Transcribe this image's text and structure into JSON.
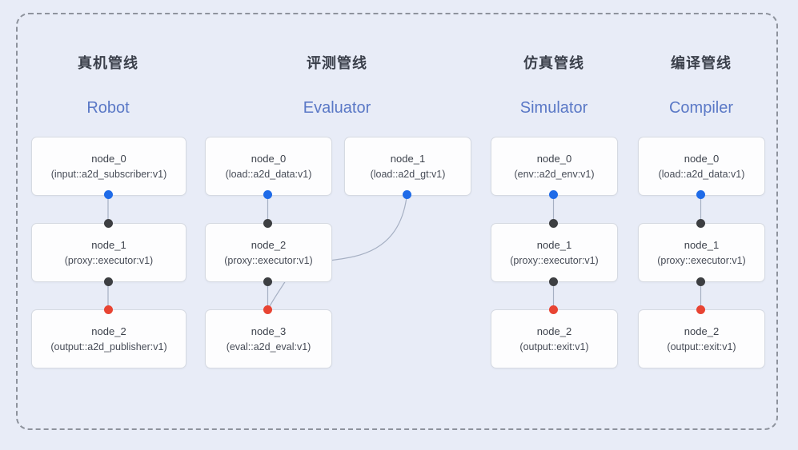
{
  "canvas": {
    "background_color": "#e8ecf7",
    "frame_border_color": "#8e939d",
    "frame_style": "dashed rounded rectangle"
  },
  "colors": {
    "source_output_port": "#1f6be8",
    "proxy_port": "#3d3f42",
    "sink_input_port": "#e84433",
    "connector_line": "#a6b0c3",
    "title_zh": "#3a3f4a",
    "title_en": "#5a78c6",
    "node_box_fill": "#fdfdfe",
    "node_box_border": "#d6dae2"
  },
  "pipelines": [
    {
      "title_zh": "真机管线",
      "title_en": "Robot",
      "nodes": [
        {
          "name": "node_0",
          "type": "(input::a2d_subscriber:v1)"
        },
        {
          "name": "node_1",
          "type": "(proxy::executor:v1)"
        },
        {
          "name": "node_2",
          "type": "(output::a2d_publisher:v1)"
        }
      ],
      "edges": [
        "node_0 → node_1",
        "node_1 → node_2"
      ]
    },
    {
      "title_zh": "评测管线",
      "title_en": "Evaluator",
      "nodes": [
        {
          "name": "node_0",
          "type": "(load::a2d_data:v1)"
        },
        {
          "name": "node_1",
          "type": "(load::a2d_gt:v1)"
        },
        {
          "name": "node_2",
          "type": "(proxy::executor:v1)"
        },
        {
          "name": "node_3",
          "type": "(eval::a2d_eval:v1)"
        }
      ],
      "edges": [
        "node_0 → node_2",
        "node_1 → node_3",
        "node_2 → node_3"
      ]
    },
    {
      "title_zh": "仿真管线",
      "title_en": "Simulator",
      "nodes": [
        {
          "name": "node_0",
          "type": "(env::a2d_env:v1)"
        },
        {
          "name": "node_1",
          "type": "(proxy::executor:v1)"
        },
        {
          "name": "node_2",
          "type": "(output::exit:v1)"
        }
      ],
      "edges": [
        "node_0 → node_1",
        "node_1 → node_2"
      ]
    },
    {
      "title_zh": "编译管线",
      "title_en": "Compiler",
      "nodes": [
        {
          "name": "node_0",
          "type": "(load::a2d_data:v1)"
        },
        {
          "name": "node_1",
          "type": "(proxy::executor:v1)"
        },
        {
          "name": "node_2",
          "type": "(output::exit:v1)"
        }
      ],
      "edges": [
        "node_0 → node_1",
        "node_1 → node_2"
      ]
    }
  ]
}
